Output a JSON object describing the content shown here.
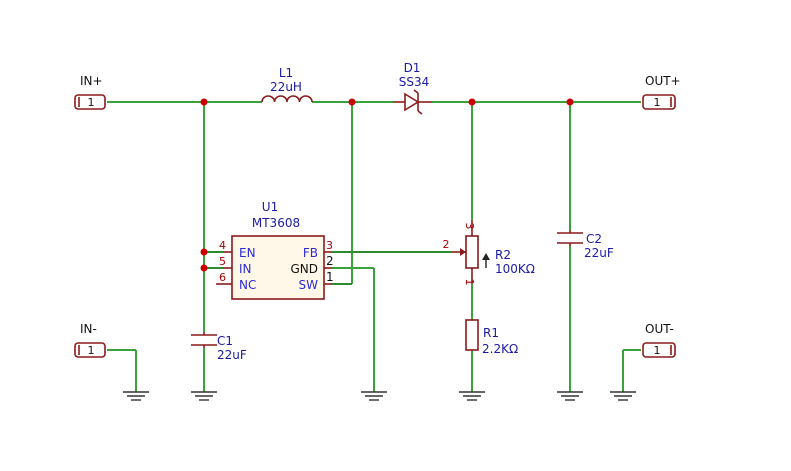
{
  "connectors": {
    "in_plus": {
      "label": "IN+",
      "pin": "1"
    },
    "in_minus": {
      "label": "IN-",
      "pin": "1"
    },
    "out_plus": {
      "label": "OUT+",
      "pin": "1"
    },
    "out_minus": {
      "label": "OUT-",
      "pin": "1"
    }
  },
  "inductor": {
    "ref": "L1",
    "value": "22uH"
  },
  "diode": {
    "ref": "D1",
    "value": "SS34"
  },
  "ic": {
    "ref": "U1",
    "value": "MT3608",
    "pins_left": [
      {
        "num": "4",
        "name": "EN"
      },
      {
        "num": "5",
        "name": "IN"
      },
      {
        "num": "6",
        "name": "NC"
      }
    ],
    "pins_right": [
      {
        "num": "3",
        "name": "FB"
      },
      {
        "num": "2",
        "name": "GND"
      },
      {
        "num": "1",
        "name": "SW"
      }
    ]
  },
  "c1": {
    "ref": "C1",
    "value": "22uF"
  },
  "c2": {
    "ref": "C2",
    "value": "22uF"
  },
  "r1": {
    "ref": "R1",
    "value": "2.2KΩ"
  },
  "r2": {
    "ref": "R2",
    "value": "100KΩ",
    "pin1": "1",
    "pin2": "2",
    "pin3": "3"
  }
}
